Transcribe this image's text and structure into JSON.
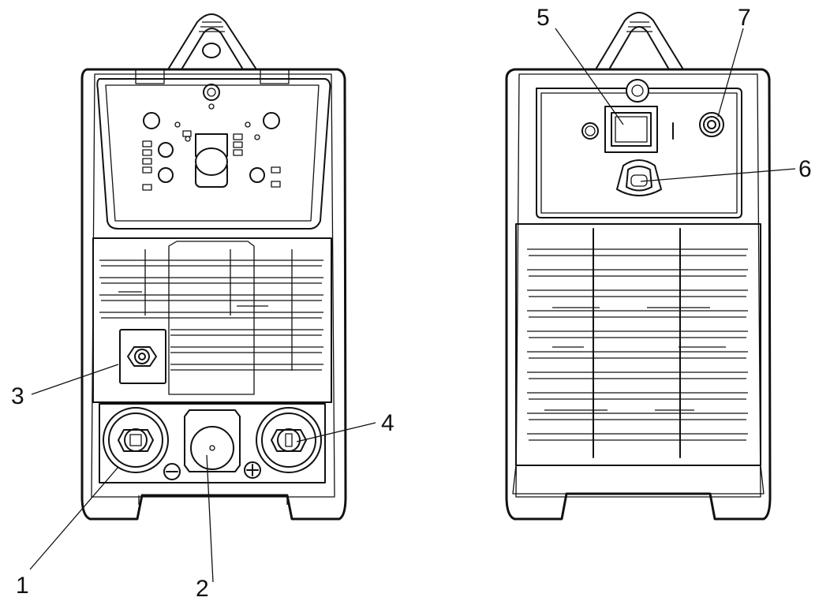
{
  "callouts": [
    {
      "id": "1",
      "label": "1"
    },
    {
      "id": "2",
      "label": "2"
    },
    {
      "id": "3",
      "label": "3"
    },
    {
      "id": "4",
      "label": "4"
    },
    {
      "id": "5",
      "label": "5"
    },
    {
      "id": "6",
      "label": "6"
    },
    {
      "id": "7",
      "label": "7"
    }
  ],
  "colors": {
    "line": "#111111",
    "background": "#ffffff"
  }
}
